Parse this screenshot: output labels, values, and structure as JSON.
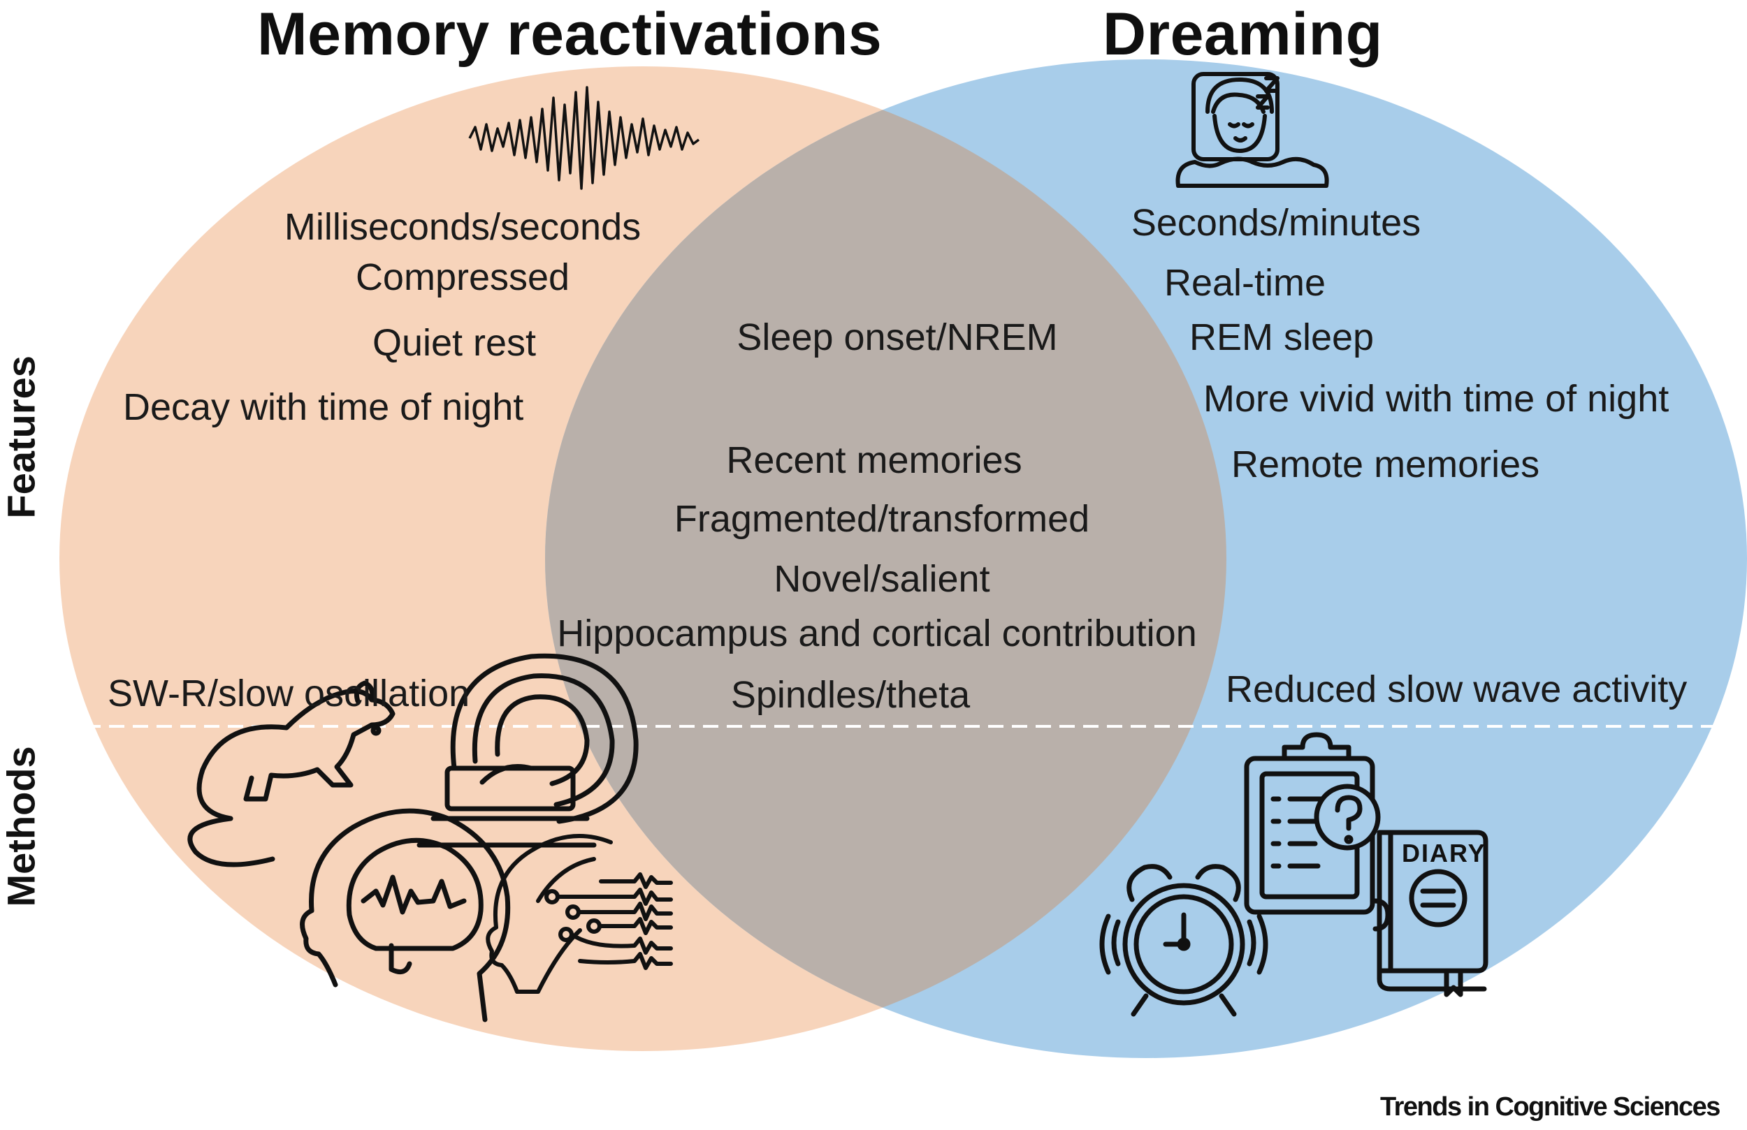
{
  "titles": {
    "left": "Memory reactivations",
    "right": "Dreaming"
  },
  "axis_labels": {
    "features": "Features",
    "methods": "Methods"
  },
  "memory_reactivations": {
    "items": [
      "Milliseconds/seconds",
      "Compressed",
      "Quiet rest",
      "Decay with time of night",
      "SW-R/slow oscillation"
    ]
  },
  "overlap": {
    "items": [
      "Sleep onset/NREM",
      "Recent memories",
      "Fragmented/transformed",
      "Novel/salient",
      "Hippocampus and cortical contribution",
      "Spindles/theta"
    ]
  },
  "dreaming": {
    "items": [
      "Seconds/minutes",
      "Real-time",
      "REM sleep",
      "More vivid with time of night",
      "Remote memories",
      "Reduced slow wave activity"
    ],
    "diary_text": "DIARY"
  },
  "credit": "Trends in Cognitive Sciences",
  "colors": {
    "left_circle": "#f7d4bb",
    "right_circle": "#a8cdea",
    "overlap": "#b9b0aa",
    "divider": "#ffffff",
    "icon_stroke": "#111111"
  },
  "icons": {
    "left_top": "brainwave-oscillation-icon",
    "right_top": "sleeping-person-icon",
    "left_methods": [
      "rat-icon",
      "mri-scanner-icon",
      "brain-head-icon",
      "eeg-head-icon"
    ],
    "right_methods": [
      "questionnaire-clipboard-icon",
      "diary-book-icon",
      "alarm-clock-icon"
    ]
  }
}
